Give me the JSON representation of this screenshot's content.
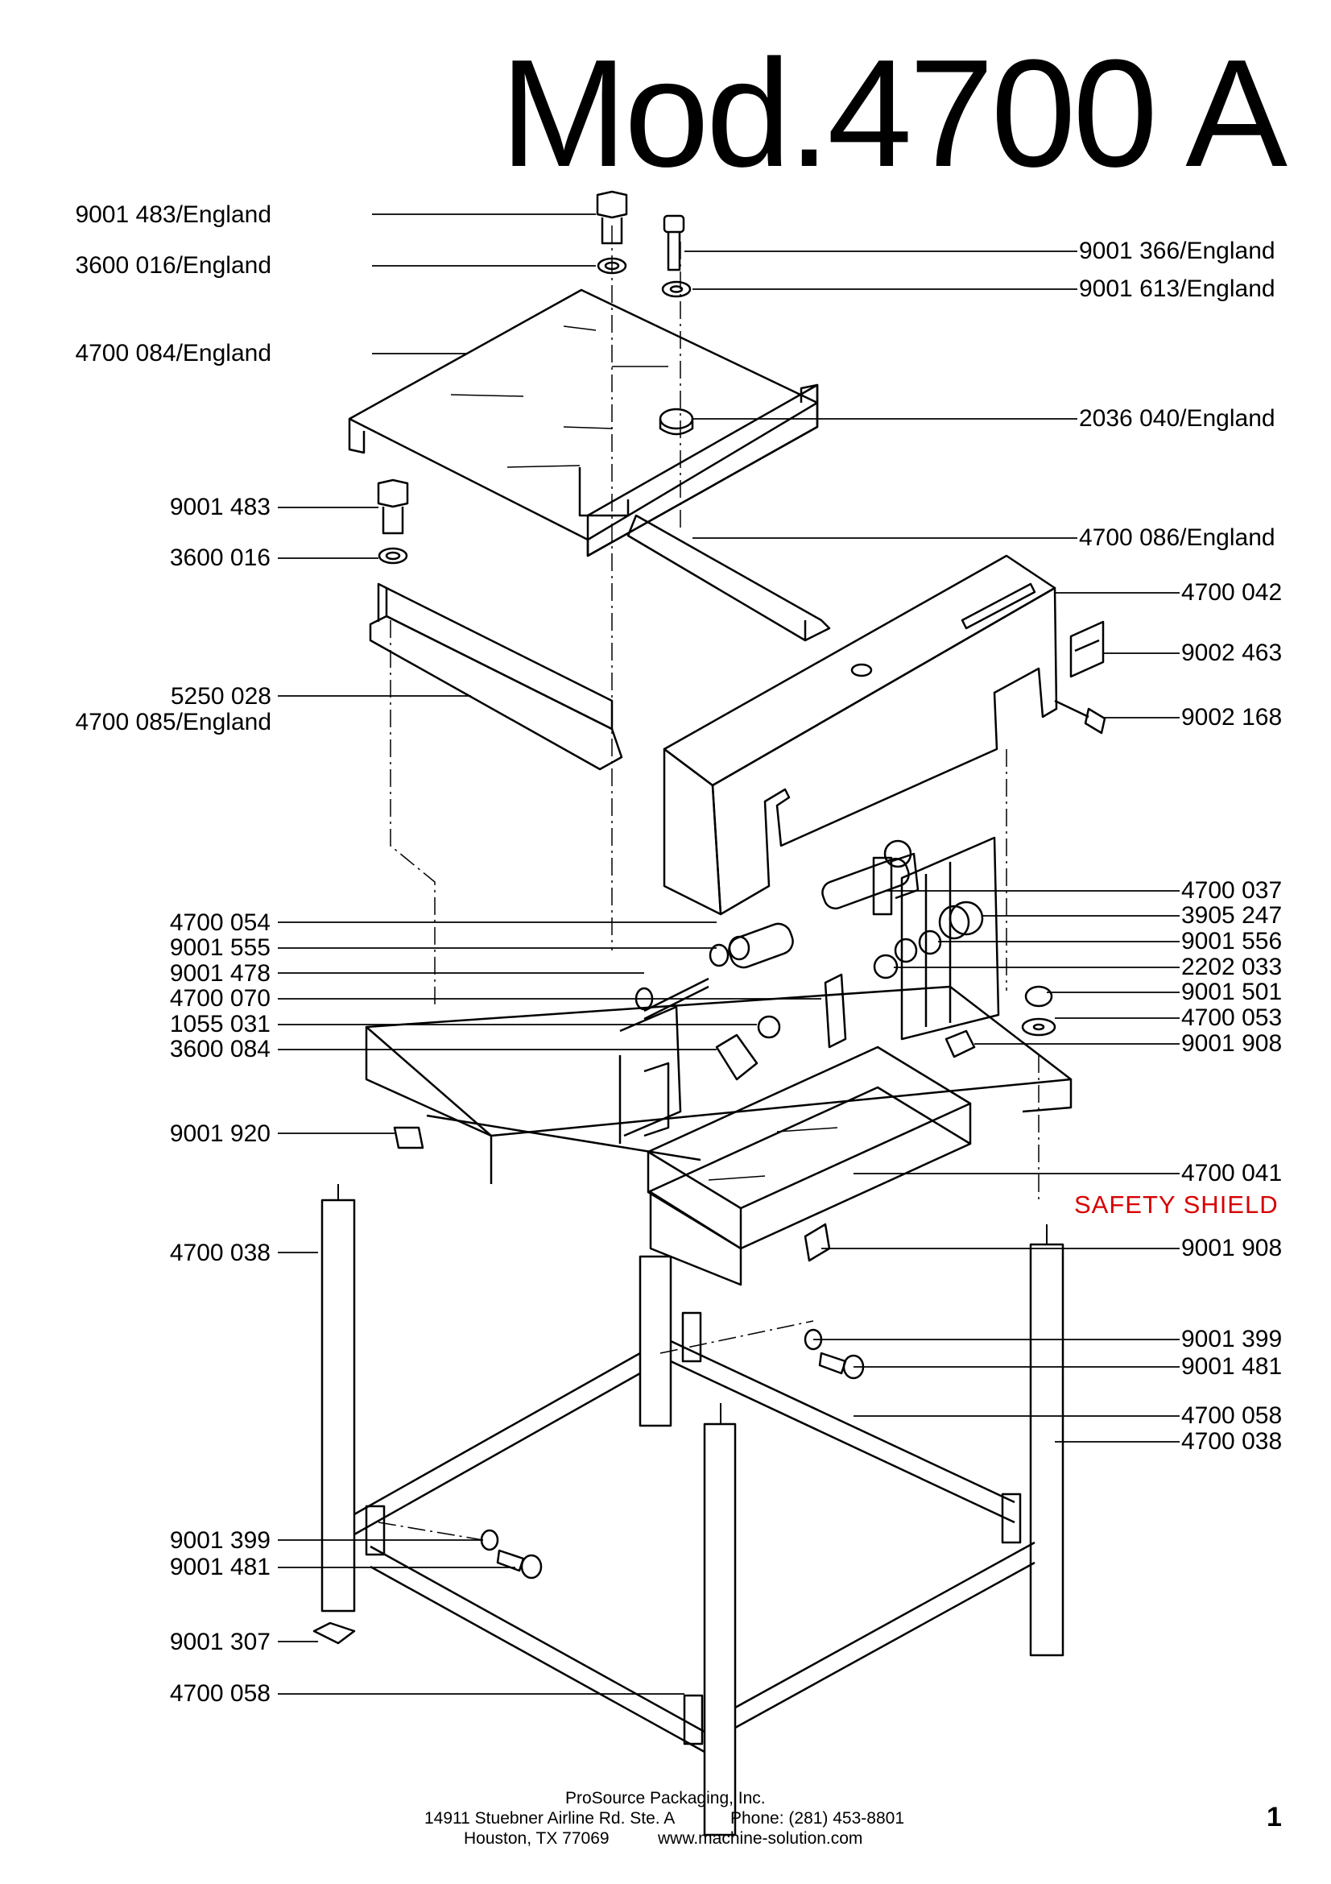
{
  "title": "Mod.4700 A",
  "page_number": "1",
  "labels_left": [
    "9001 483/England",
    "3600 016/England",
    "4700 084/England",
    "9001 483",
    "3600 016",
    "5250 028",
    "4700 085/England",
    "4700 054",
    "9001 555",
    "9001 478",
    "4700 070",
    "1055 031",
    "3600 084",
    "9001 920",
    "4700 038",
    "9001 399",
    "9001 481",
    "9001 307",
    "4700 058"
  ],
  "labels_right": [
    "9001 366/England",
    "9001 613/England",
    "2036 040/England",
    "4700 086/England",
    "4700 042",
    "9002 463",
    "9002 168",
    "4700 037",
    "3905 247",
    "9001 556",
    "2202 033",
    "9001 501",
    "4700 053",
    "9001 908",
    "4700 041",
    "9001 908",
    "9001 399",
    "9001 481",
    "4700 058",
    "4700 038"
  ],
  "safety_shield": "SAFETY SHIELD",
  "footer": {
    "company": "ProSource Packaging, Inc.",
    "address": "14911 Stuebner Airline Rd. Ste. A",
    "phone": "Phone: (281) 453-8801",
    "city": "Houston, TX 77069",
    "website": "www.machine-solution.com"
  }
}
